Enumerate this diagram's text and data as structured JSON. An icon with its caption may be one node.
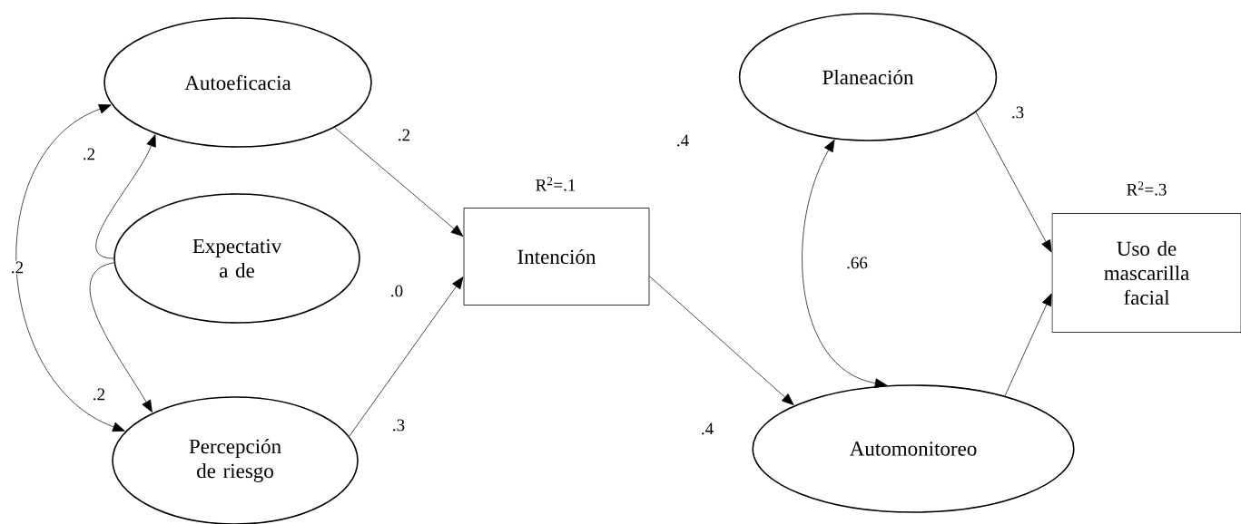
{
  "diagram": {
    "nodes": [
      {
        "text": [
          "Autoeficacia"
        ]
      },
      {
        "text": [
          "Expectativ a de"
        ]
      },
      {
        "text": [
          "Percepción de riesgo"
        ]
      },
      {
        "text": [
          "Intención"
        ],
        "beside": [
          "R$^{2}$=.1"
        ]
      },
      {
        "text": [
          "Planeación"
        ]
      },
      {
        "text": [
          "Automonitoreo"
        ]
      },
      {
        "text": [
          "Uso de mascarilla facial"
        ],
        "beside": [
          "R$^{2}$=.3"
        ]
      }
    ],
    "edges": [
      {
        "from": 0,
        "to": 3,
        "arrow": "to",
        "label": ".2"
      },
      {
        "from": 2,
        "to": 3,
        "arrow": "to",
        "label": ".3"
      },
      {
        "from": 1,
        "to": 0,
        "arrow": "to",
        "label": ".2"
      },
      {
        "from": 1,
        "to": 2,
        "arrow": "to",
        "label": ".2"
      },
      {
        "from": 0,
        "to": 2,
        "arrow": "both",
        "label": ".2"
      },
      {
        "from": 3,
        "to": 5,
        "arrow": "to",
        "label": ".4"
      },
      {
        "from": 4,
        "to": 5,
        "arrow": "both",
        "label": ".66"
      },
      {
        "from": 4,
        "to": 6,
        "arrow": "to",
        "label": ".3"
      },
      {
        "from": 5,
        "to": 6,
        "arrow": "to"
      }
    ],
    "labels": [
      ".4",
      ".0"
    ]
  }
}
